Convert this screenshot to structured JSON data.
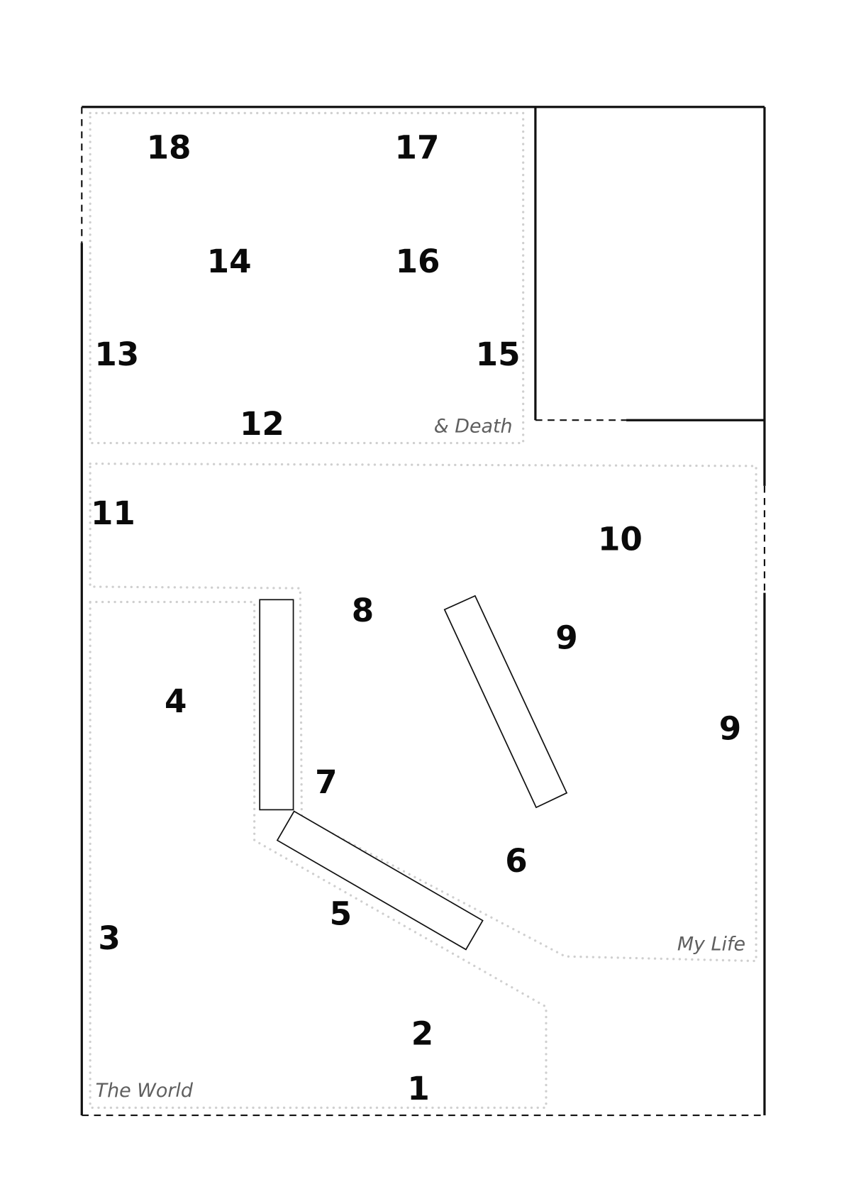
{
  "zones": {
    "death": "& Death",
    "life": "My Life",
    "world": "The World"
  },
  "markers": [
    "1",
    "2",
    "3",
    "4",
    "5",
    "6",
    "7",
    "8",
    "9",
    "9",
    "10",
    "11",
    "12",
    "13",
    "14",
    "15",
    "16",
    "17",
    "18"
  ],
  "colors": {
    "wall": "#111111",
    "zone_outline": "#cfcfcf",
    "zone_label": "#5f5f5f"
  }
}
